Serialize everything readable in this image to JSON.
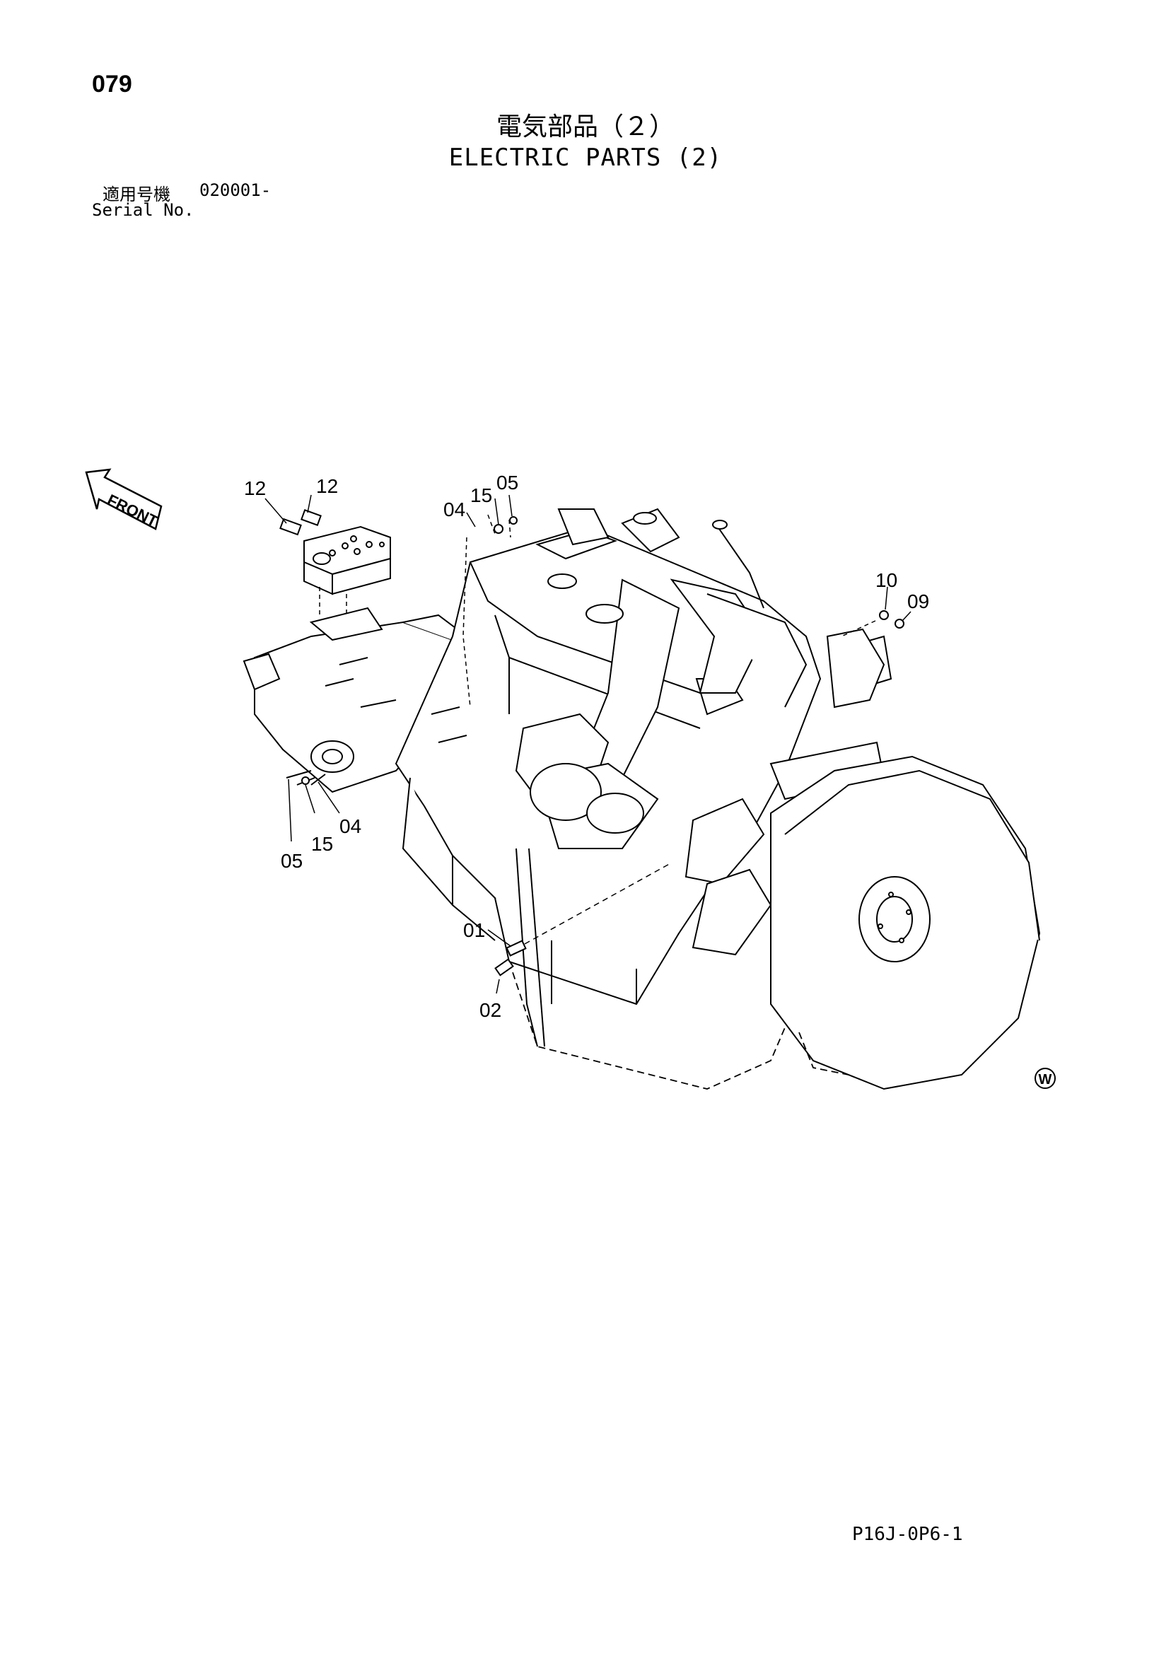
{
  "page": {
    "number": "079",
    "title_jp": "電気部品（２）",
    "title_en": "ELECTRIC PARTS (2)",
    "serial_label_jp": "適用号機",
    "serial_label_en": "Serial No.",
    "serial_value": "020001-",
    "doc_code": "P16J-0P6-1"
  },
  "diagram": {
    "front_label": "FRONT",
    "mark": "W",
    "callouts": [
      "12",
      "12",
      "04",
      "15",
      "05",
      "10",
      "09",
      "05",
      "15",
      "04",
      "01",
      "02"
    ]
  }
}
